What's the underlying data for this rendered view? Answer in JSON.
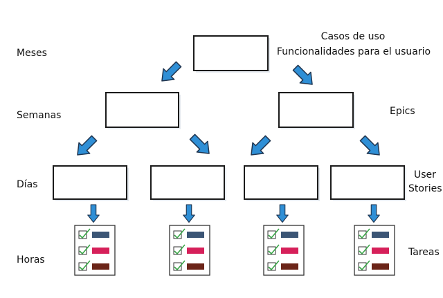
{
  "levels": {
    "months": "Meses",
    "weeks": "Semanas",
    "days": "Días",
    "hours": "Horas"
  },
  "annotations": {
    "use_cases_line1": "Casos de uso",
    "use_cases_line2": "Funcionalidades para el usuario",
    "epics": "Epics",
    "user_stories_line1": "User",
    "user_stories_line2": "Stories",
    "tasks": "Tareas"
  },
  "colors": {
    "box_stroke": "#1a1a1a",
    "box_shadow": "#d6dde6",
    "arrow_fill": "#2f8fd6",
    "arrow_stroke": "#1f3550",
    "check_green": "#3aa648",
    "task_bar_1": "#3b5575",
    "task_bar_2": "#d6205a",
    "task_bar_3": "#6b2418"
  }
}
